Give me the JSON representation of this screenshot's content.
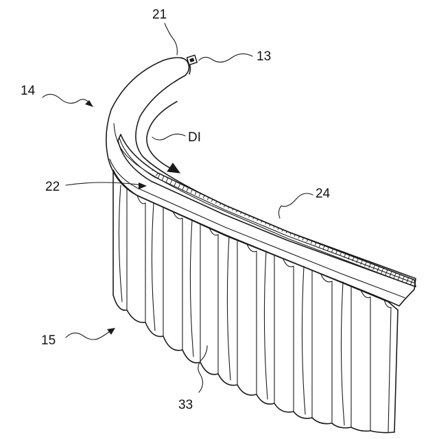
{
  "labels": {
    "ref_21": "21",
    "ref_13": "13",
    "ref_14": "14",
    "ref_di": "DI",
    "ref_22": "22",
    "ref_24": "24",
    "ref_15": "15",
    "ref_33": "33"
  },
  "colors": {
    "ink": "#1a1a1a",
    "background": "#ffffff"
  }
}
